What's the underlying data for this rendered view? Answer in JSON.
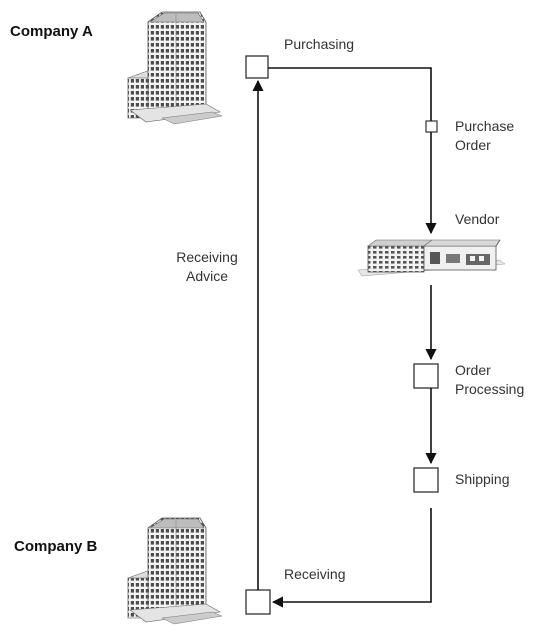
{
  "labels": {
    "company_a": "Company A",
    "company_b": "Company B",
    "purchasing": "Purchasing",
    "purchase_order": "Purchase\nOrder",
    "vendor": "Vendor",
    "order_processing": "Order\nProcessing",
    "shipping": "Shipping",
    "receiving": "Receiving",
    "receiving_advice": "Receiving\nAdvice"
  },
  "icons": {
    "company_a": "office-building-icon",
    "company_b": "office-building-icon",
    "vendor": "warehouse-building-icon"
  },
  "colors": {
    "line": "#111111",
    "box_stroke": "#333333",
    "building": "#555555"
  }
}
